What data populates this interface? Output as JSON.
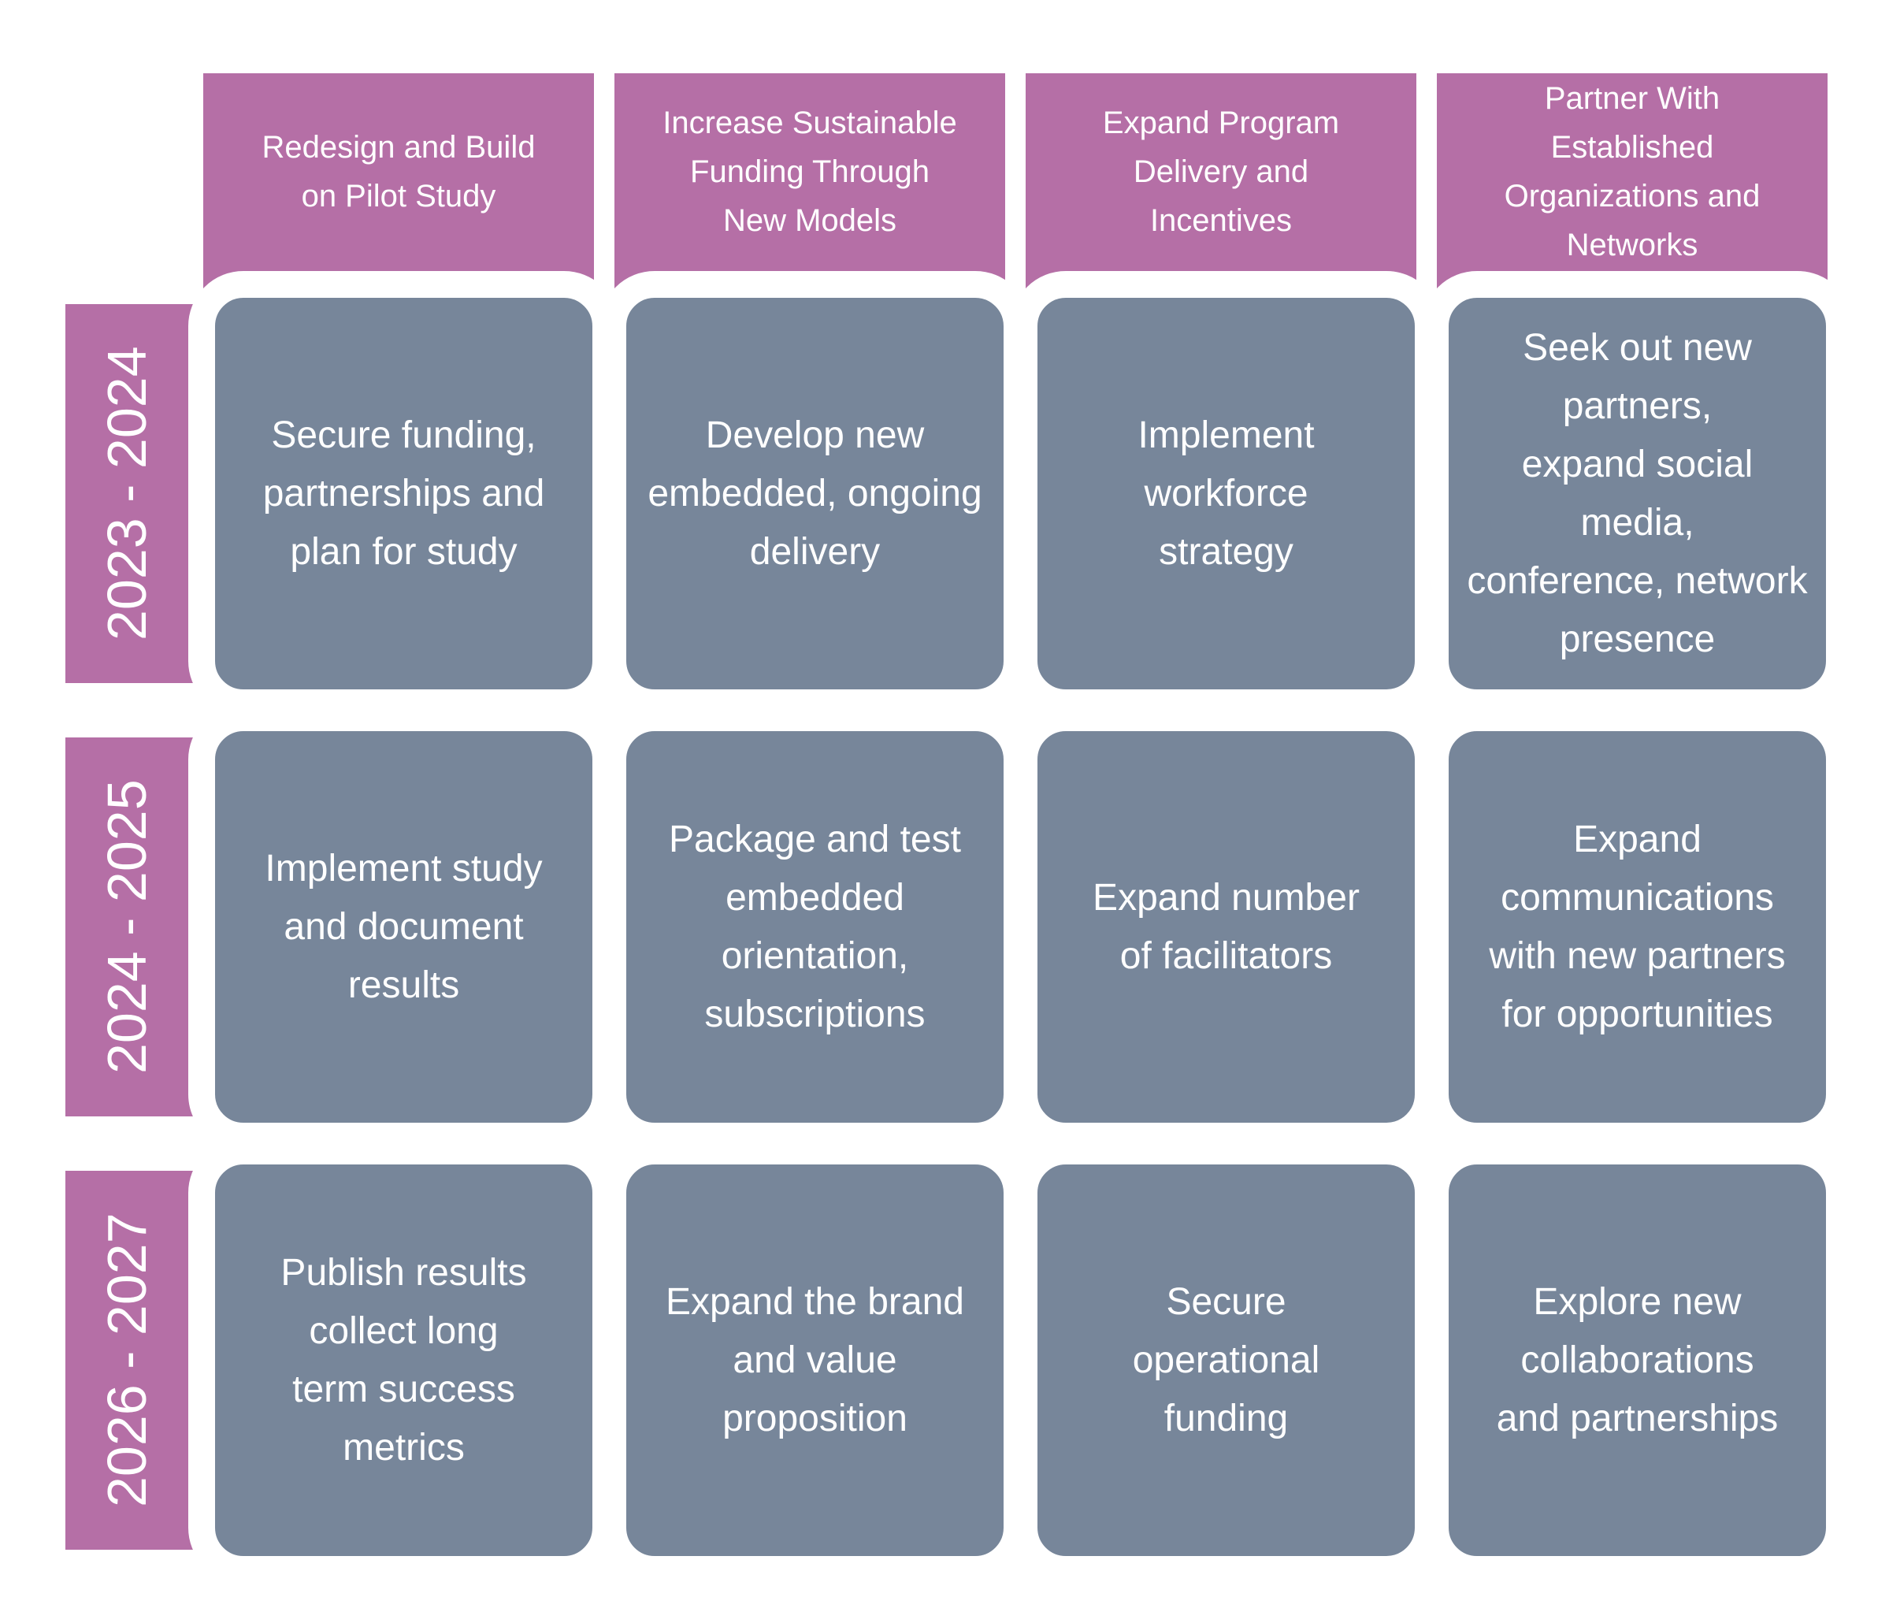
{
  "colors": {
    "purple": "#B56FA6",
    "slate": "#77869A",
    "text": "#FFFFFF",
    "background": "#FFFFFF"
  },
  "columns": [
    {
      "label": "Redesign and Build\non Pilot Study"
    },
    {
      "label": "Increase Sustainable\nFunding Through\nNew Models"
    },
    {
      "label": "Expand Program\nDelivery and\nIncentives"
    },
    {
      "label": "Partner With\nEstablished\nOrganizations and\nNetworks"
    }
  ],
  "rows": [
    {
      "label": "2023 - 2024"
    },
    {
      "label": "2024 - 2025"
    },
    {
      "label": "2026 - 2027"
    }
  ],
  "cells": [
    [
      "Secure funding,\npartnerships and\nplan for study",
      "Develop new\nembedded, ongoing\ndelivery",
      "Implement\nworkforce\nstrategy",
      "Seek out new\npartners,\nexpand social\nmedia,\nconference, network\npresence"
    ],
    [
      "Implement study\nand document\nresults",
      "Package and test\nembedded\norientation,\nsubscriptions",
      "Expand number\nof facilitators",
      "Expand\ncommunications\nwith new partners\nfor opportunities"
    ],
    [
      "Publish results\ncollect long\nterm success\nmetrics",
      "Expand the brand\nand value\nproposition",
      "Secure\noperational\nfunding",
      "Explore new\ncollaborations\nand partnerships"
    ]
  ]
}
